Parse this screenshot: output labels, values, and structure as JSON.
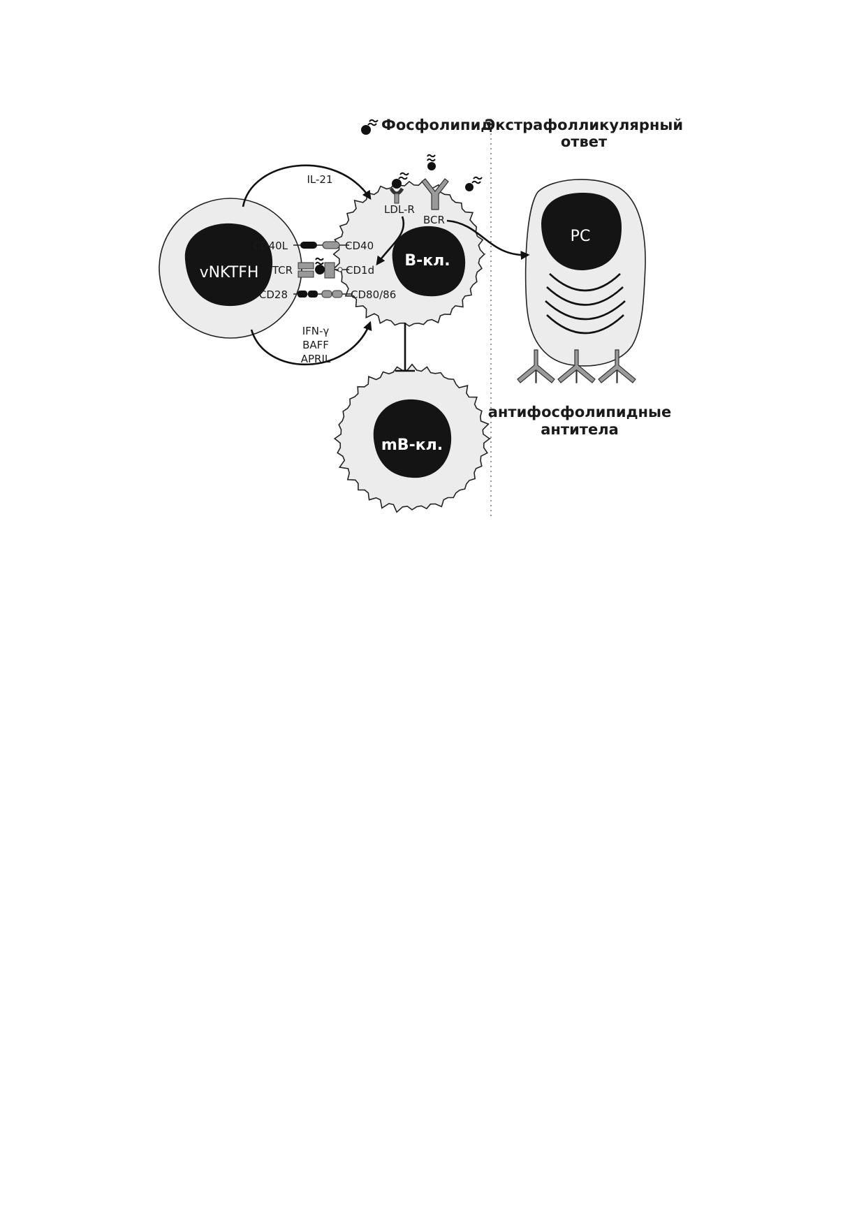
{
  "legend": {
    "phospholipid_label": "Фосфолипид"
  },
  "extrafollicular": {
    "line1": "Экстрафолликулярный",
    "line2": "ответ"
  },
  "cells": {
    "vnktfh": "vNKTFH",
    "bcell": "B-кл.",
    "mbcell": "mB-кл.",
    "pc": "PC"
  },
  "receptors": {
    "cd40l": "CD40L",
    "tcr": "TCR",
    "cd28": "CD28",
    "cd40": "CD40",
    "cd1d": "CD1d",
    "cd80_86": "CD80/86",
    "ldlr": "LDL-R",
    "bcr": "BCR"
  },
  "signals": {
    "il21": "IL-21",
    "ifn": "IFN-γ",
    "baff": "BAFF",
    "april": "APRIL"
  },
  "antibodies_label": {
    "line1": "антифосфолипидные",
    "line2": "антитела"
  },
  "colors": {
    "cell_fill": "#ececec",
    "nucleus": "#141414",
    "antibody": "#9a9a9a"
  }
}
